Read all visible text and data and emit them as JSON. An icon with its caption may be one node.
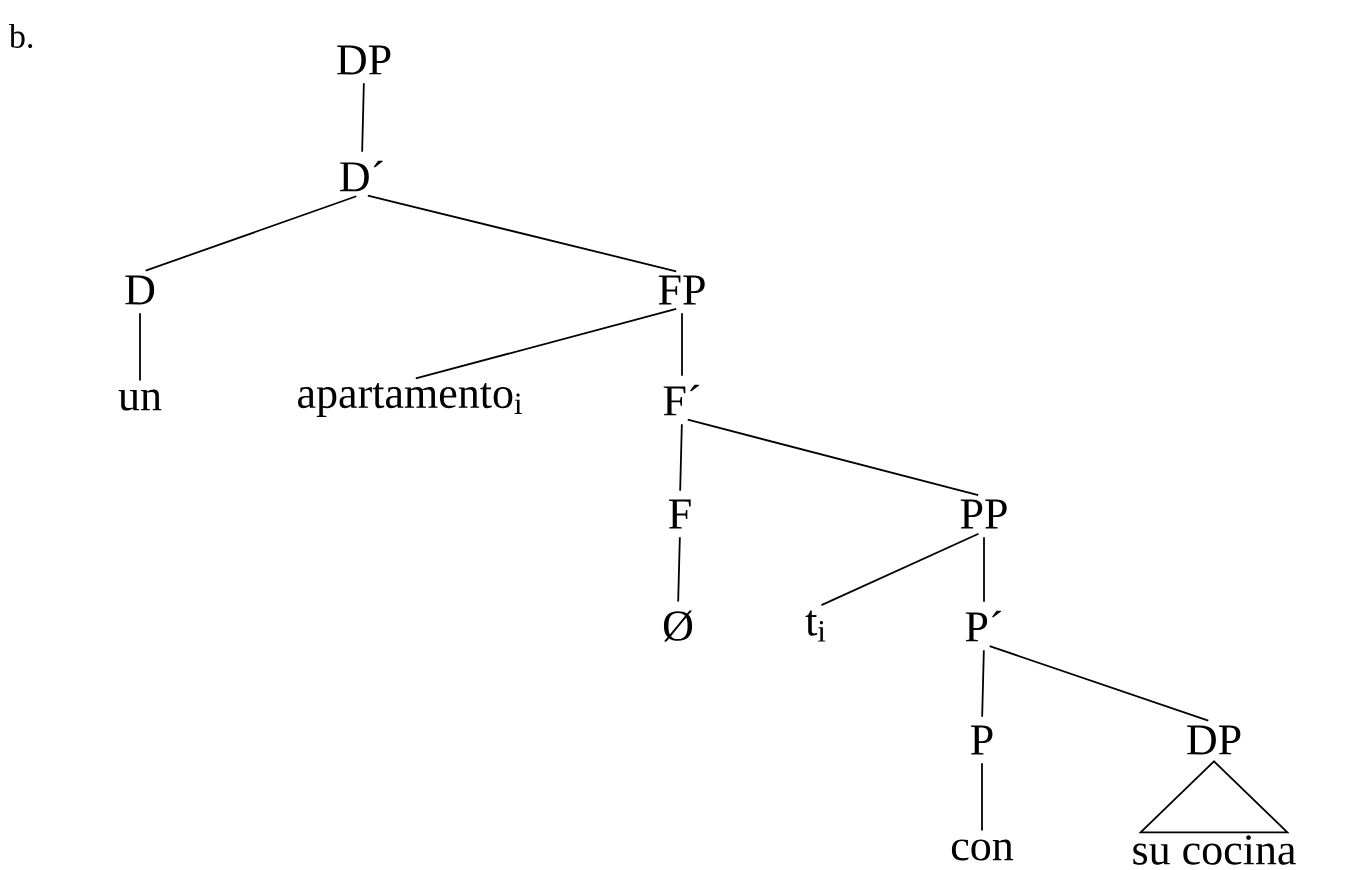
{
  "diagram": {
    "nodes": [
      {
        "text": [
          "DP"
        ]
      },
      {
        "text": [
          "D´"
        ]
      },
      {
        "text": [
          "D"
        ]
      },
      {
        "text": [
          "FP"
        ]
      },
      {
        "text": [
          "un"
        ]
      },
      {
        "text": [
          "apartamento$_{i}$"
        ]
      },
      {
        "text": [
          "F´"
        ]
      },
      {
        "text": [
          "F"
        ]
      },
      {
        "text": [
          "PP"
        ]
      },
      {
        "text": [
          "Ø"
        ]
      },
      {
        "text": [
          "t$_{i}$"
        ]
      },
      {
        "text": [
          "P´"
        ]
      },
      {
        "text": [
          "P"
        ]
      },
      {
        "text": [
          "DP"
        ]
      },
      {
        "text": [
          "con"
        ]
      },
      {
        "text": [
          "su cocina"
        ]
      }
    ],
    "edges": [
      {
        "from": 0,
        "to": 1,
        "arrow": "none"
      },
      {
        "from": 1,
        "to": 2,
        "arrow": "none"
      },
      {
        "from": 1,
        "to": 3,
        "arrow": "none"
      },
      {
        "from": 2,
        "to": 4,
        "arrow": "none"
      },
      {
        "from": 3,
        "to": 5,
        "arrow": "none"
      },
      {
        "from": 3,
        "to": 6,
        "arrow": "none"
      },
      {
        "from": 6,
        "to": 7,
        "arrow": "none"
      },
      {
        "from": 6,
        "to": 8,
        "arrow": "none"
      },
      {
        "from": 7,
        "to": 9,
        "arrow": "none"
      },
      {
        "from": 8,
        "to": 10,
        "arrow": "none"
      },
      {
        "from": 8,
        "to": 11,
        "arrow": "none"
      },
      {
        "from": 11,
        "to": 12,
        "arrow": "none"
      },
      {
        "from": 11,
        "to": 13,
        "arrow": "none"
      },
      {
        "from": 12,
        "to": 14,
        "arrow": "none"
      },
      {
        "from": 13,
        "to": 15,
        "arrow": "none"
      }
    ],
    "labels": [
      "b."
    ]
  }
}
